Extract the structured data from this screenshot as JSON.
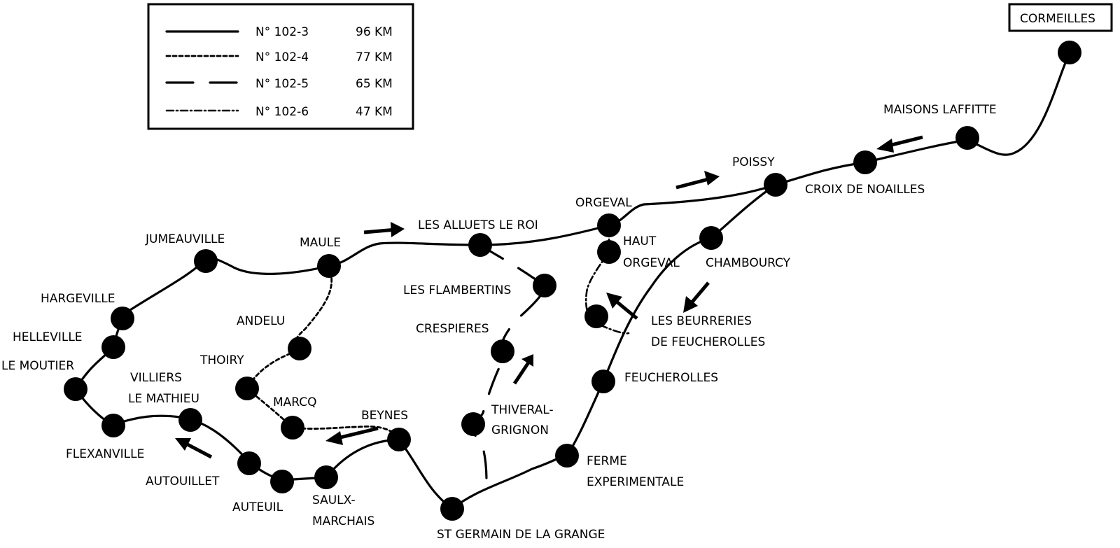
{
  "legend": {
    "items": [
      {
        "name": "N° 102-3",
        "distance": "96 KM",
        "style": "solid"
      },
      {
        "name": "N° 102-4",
        "distance": "77 KM",
        "style": "dotted"
      },
      {
        "name": "N° 102-5",
        "distance": "65 KM",
        "style": "dashed"
      },
      {
        "name": "N° 102-6",
        "distance": "47 KM",
        "style": "dash-dot"
      }
    ]
  },
  "start": "CORMEILLES",
  "places": {
    "maisons_laffitte": "MAISONS LAFFITTE",
    "croix_de_noailles": "CROIX DE NOAILLES",
    "poissy": "POISSY",
    "orgeval": "ORGEVAL",
    "haut_orgeval_1": "HAUT",
    "haut_orgeval_2": "ORGEVAL",
    "chambourcy": "CHAMBOURCY",
    "beurreries_1": "LES BEURRERIES",
    "beurreries_2": "DE FEUCHEROLLES",
    "feucherolles": "FEUCHEROLLES",
    "ferme_1": "FERME",
    "ferme_2": "EXPERIMENTALE",
    "st_germain": "ST GERMAIN DE LA GRANGE",
    "thiverval_1": "THIVERAL-",
    "thiverval_2": "GRIGNON",
    "crespieres": "CRESPIERES",
    "flambertins": "LES FLAMBERTINS",
    "alluets": "LES ALLUETS LE ROI",
    "maule": "MAULE",
    "andelu": "ANDELU",
    "thoiry": "THOIRY",
    "marcq": "MARCQ",
    "beynes": "BEYNES",
    "saulx_1": "SAULX-",
    "saulx_2": "MARCHAIS",
    "auteuil": "AUTEUIL",
    "autouillet": "AUTOUILLET",
    "villiers_1": "VILLIERS",
    "villiers_2": "LE MATHIEU",
    "flexanville": "FLEXANVILLE",
    "le_moutier": "LE MOUTIER",
    "helleville": "HELLEVILLE",
    "hargeville": "HARGEVILLE",
    "jumeauville": "JUMEAUVILLE"
  }
}
